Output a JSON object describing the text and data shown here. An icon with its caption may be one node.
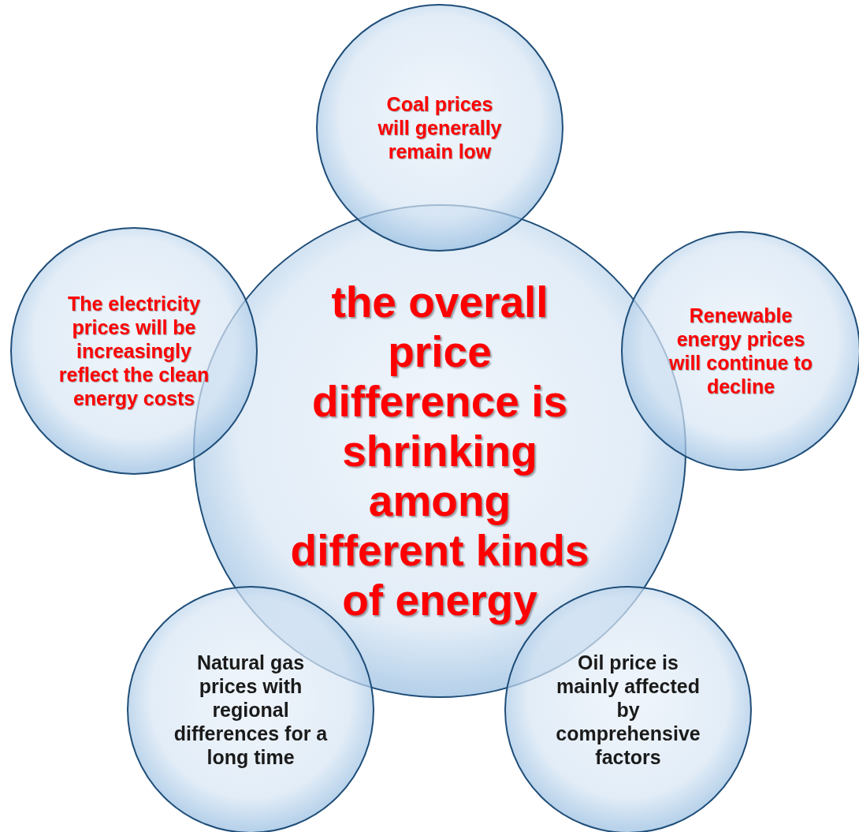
{
  "diagram": {
    "nodes": [
      {
        "text": [
          "the overall price difference is shrinking among different kinds of energy"
        ]
      },
      {
        "text": [
          "Coal prices will generally remain low"
        ]
      },
      {
        "text": [
          "The electricity prices will be increasingly reflect the clean energy costs"
        ]
      },
      {
        "text": [
          "Renewable energy prices will continue to decline"
        ]
      },
      {
        "text": [
          "Natural gas prices with regional differences for a long time"
        ]
      },
      {
        "text": [
          "Oil price is mainly affected by comprehensive factors"
        ]
      }
    ]
  }
}
